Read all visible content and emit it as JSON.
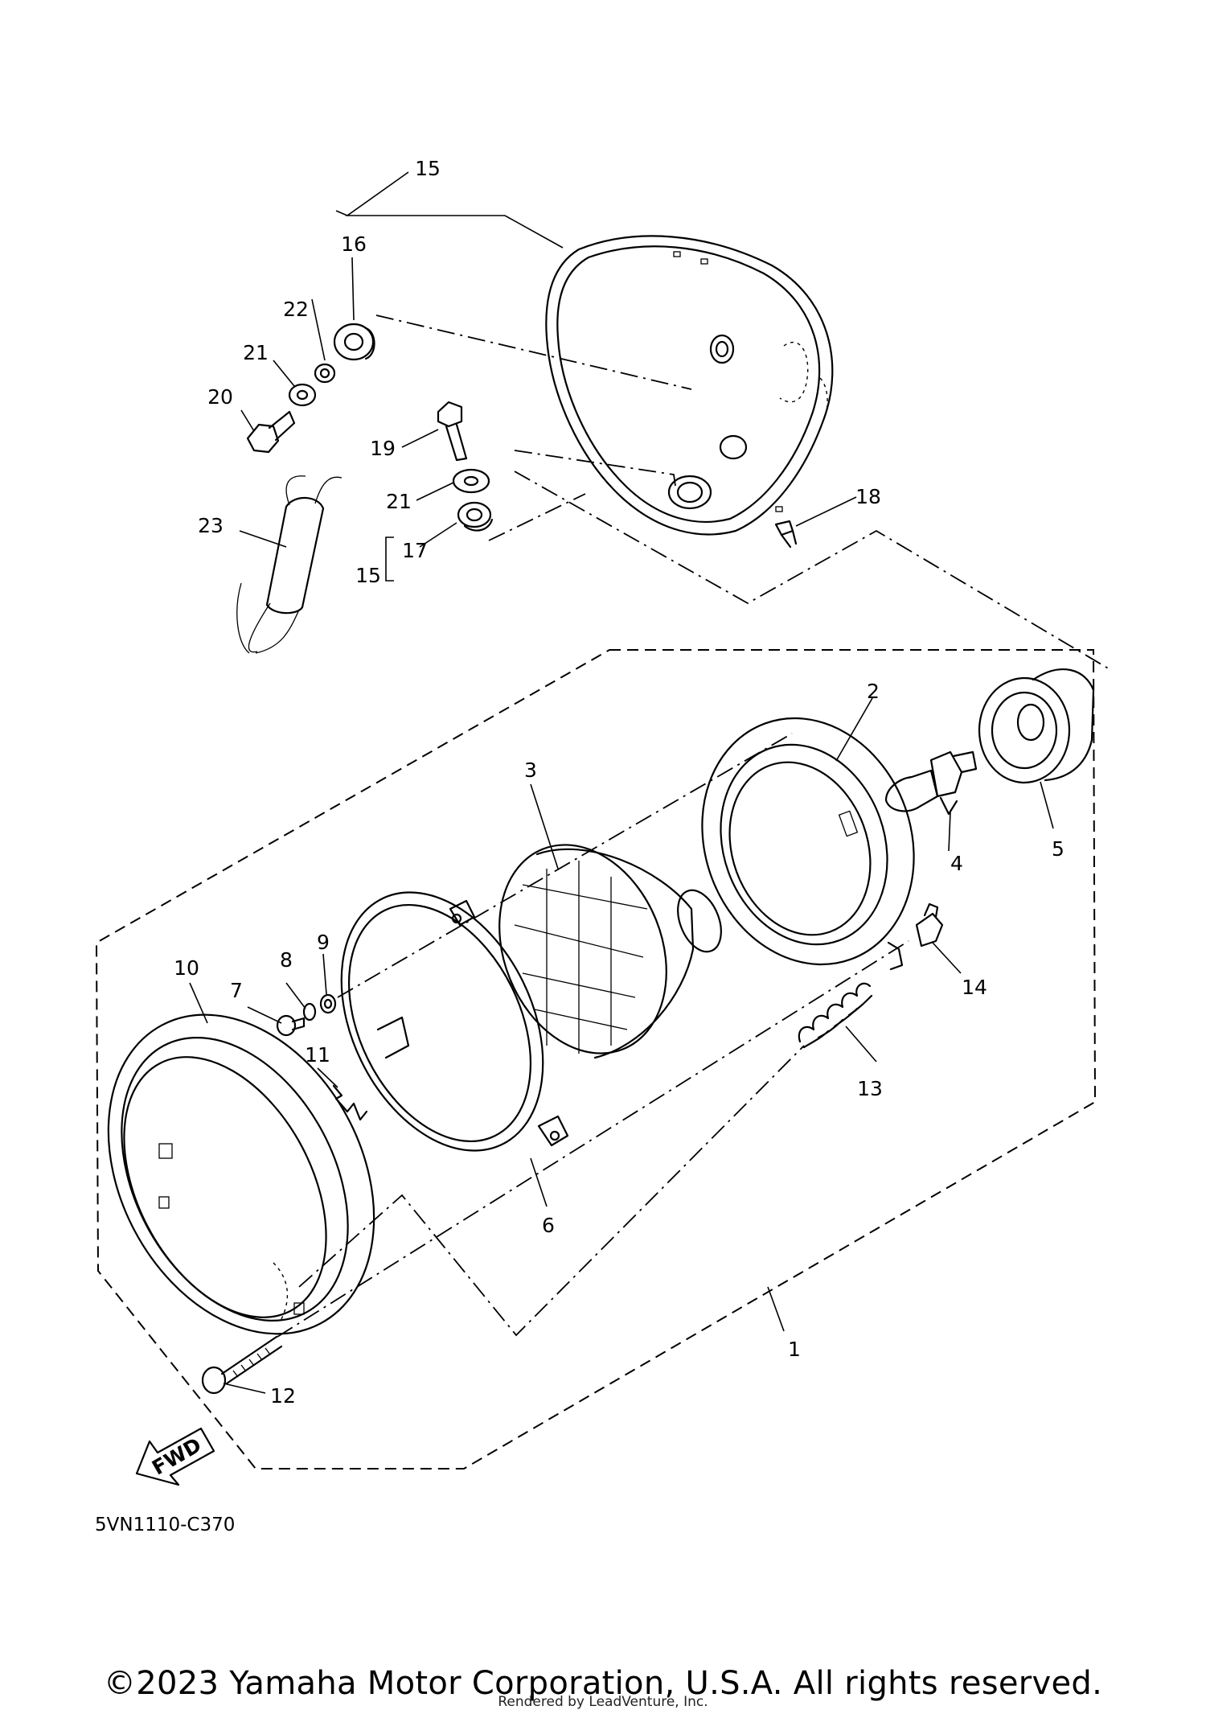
{
  "callouts": {
    "c1": "1",
    "c2": "2",
    "c3": "3",
    "c4": "4",
    "c5": "5",
    "c6": "6",
    "c7": "7",
    "c8": "8",
    "c9": "9",
    "c10": "10",
    "c11": "11",
    "c12": "12",
    "c13": "13",
    "c14": "14",
    "c15_top": "15",
    "c15_bottom": "15",
    "c16": "16",
    "c17": "17",
    "c18": "18",
    "c19": "19",
    "c20": "20",
    "c21_top": "21",
    "c21_bottom": "21",
    "c22": "22",
    "c23": "23"
  },
  "fwd_label": "FWD",
  "diagram_code": "5VN1110-C370",
  "copyright": "©2023 Yamaha Motor Corporation, U.S.A. All rights reserved.",
  "rendered_by": "Rendered by LeadVenture, Inc."
}
